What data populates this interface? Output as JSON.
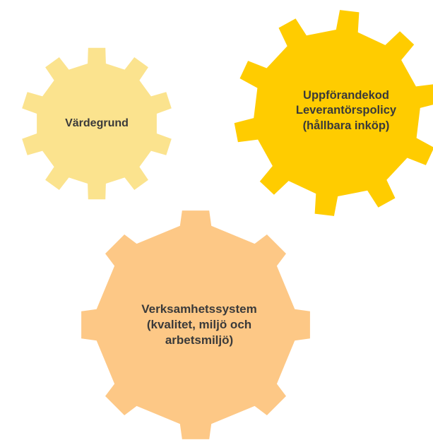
{
  "gears": [
    {
      "id": "values",
      "color": "#FBE38E",
      "lines": [
        "Värdegrund"
      ]
    },
    {
      "id": "policy",
      "color": "#FFCC00",
      "lines": [
        "Uppförandekod",
        "Leverantörspolicy",
        "(hållbara inköp)"
      ]
    },
    {
      "id": "system",
      "color": "#FDC886",
      "lines": [
        "Verksamhetssystem",
        "(kvalitet, miljö och",
        "arbetsmiljö)"
      ]
    }
  ]
}
